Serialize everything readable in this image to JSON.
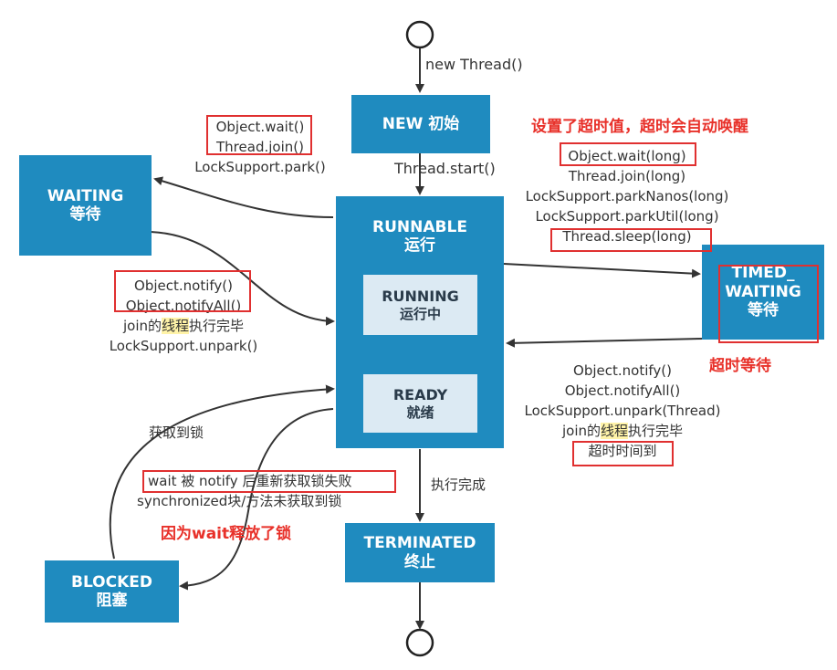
{
  "states": {
    "new": {
      "en": "NEW",
      "cn": "初始"
    },
    "runnable": {
      "en": "RUNNABLE",
      "cn": "运行"
    },
    "running": {
      "en": "RUNNING",
      "cn": "运行中"
    },
    "ready": {
      "en": "READY",
      "cn": "就绪"
    },
    "waiting": {
      "en": "WAITING",
      "cn": "等待"
    },
    "timed_waiting": {
      "en1": "TIMED_",
      "en2": "WAITING",
      "cn": "等待"
    },
    "blocked": {
      "en": "BLOCKED",
      "cn": "阻塞"
    },
    "terminated": {
      "en": "TERMINATED",
      "cn": "终止"
    }
  },
  "transitions": {
    "new_thread": "new Thread()",
    "thread_start": "Thread.start()",
    "to_waiting": [
      "Object.wait()",
      "Thread.join()",
      "LockSupport.park()"
    ],
    "from_waiting": {
      "line1": "Object.notify()",
      "line2": "Object.notifyAll()",
      "line3_pre": "join的",
      "line3_hl": "线程",
      "line3_post": "执行完毕",
      "line4": "LockSupport.unpark()"
    },
    "to_timed": [
      "Object.wait(long)",
      "Thread.join(long)",
      "LockSupport.parkNanos(long)",
      "LockSupport.parkUtil(long)",
      "Thread.sleep(long)"
    ],
    "from_timed": {
      "line1": "Object.notify()",
      "line2": "Object.notifyAll()",
      "line3": "LockSupport.unpark(Thread)",
      "line4_pre": "join的",
      "line4_hl": "线程",
      "line4_post": "执行完毕",
      "line5": "超时时间到"
    },
    "blocked_to_runnable": "获取到锁",
    "to_blocked": [
      "wait 被 notify 后重新获取锁失败",
      "synchronized块/方法未获取到锁"
    ],
    "done": "执行完成"
  },
  "annotations": {
    "timeout_note": "设置了超时值，超时会自动唤醒",
    "timed_waiting_note": "超时等待",
    "wait_note": "因为wait释放了锁"
  },
  "colors": {
    "state_fill": "#1f8bbf",
    "inner_fill": "#dceaf3",
    "annotation": "#e8312a",
    "highlight_box": "#e03030",
    "arrow": "#333333",
    "ready_arrow": "#e7ef7e"
  }
}
